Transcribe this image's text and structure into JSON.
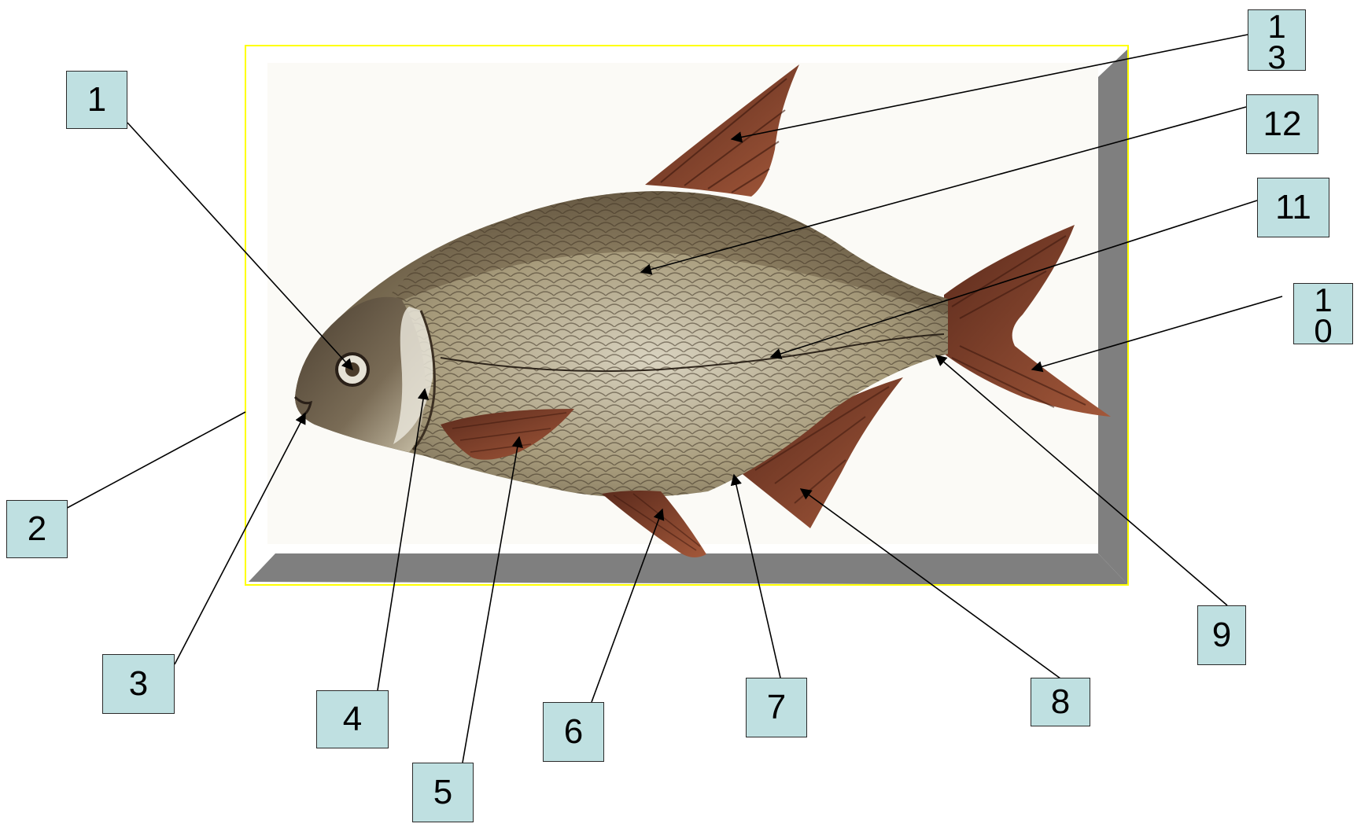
{
  "diagram": {
    "labels": [
      {
        "id": "1",
        "text": "1"
      },
      {
        "id": "2",
        "text": "2"
      },
      {
        "id": "3",
        "text": "3"
      },
      {
        "id": "4",
        "text": "4"
      },
      {
        "id": "5",
        "text": "5"
      },
      {
        "id": "6",
        "text": "6"
      },
      {
        "id": "7",
        "text": "7"
      },
      {
        "id": "8",
        "text": "8"
      },
      {
        "id": "9",
        "text": "9"
      },
      {
        "id": "10",
        "text": "1\n0"
      },
      {
        "id": "11",
        "text": "11"
      },
      {
        "id": "12",
        "text": "12"
      },
      {
        "id": "13",
        "text": "1\n3"
      }
    ]
  },
  "colors": {
    "label_fill": "#bfe0e1",
    "label_border": "#2a2a2a",
    "frame_border": "#ffff00",
    "frame_shadow": "#7f7f7f",
    "fish_body": "#a89a78",
    "fish_fins": "#7a3a2a",
    "leader_line": "#000000"
  }
}
